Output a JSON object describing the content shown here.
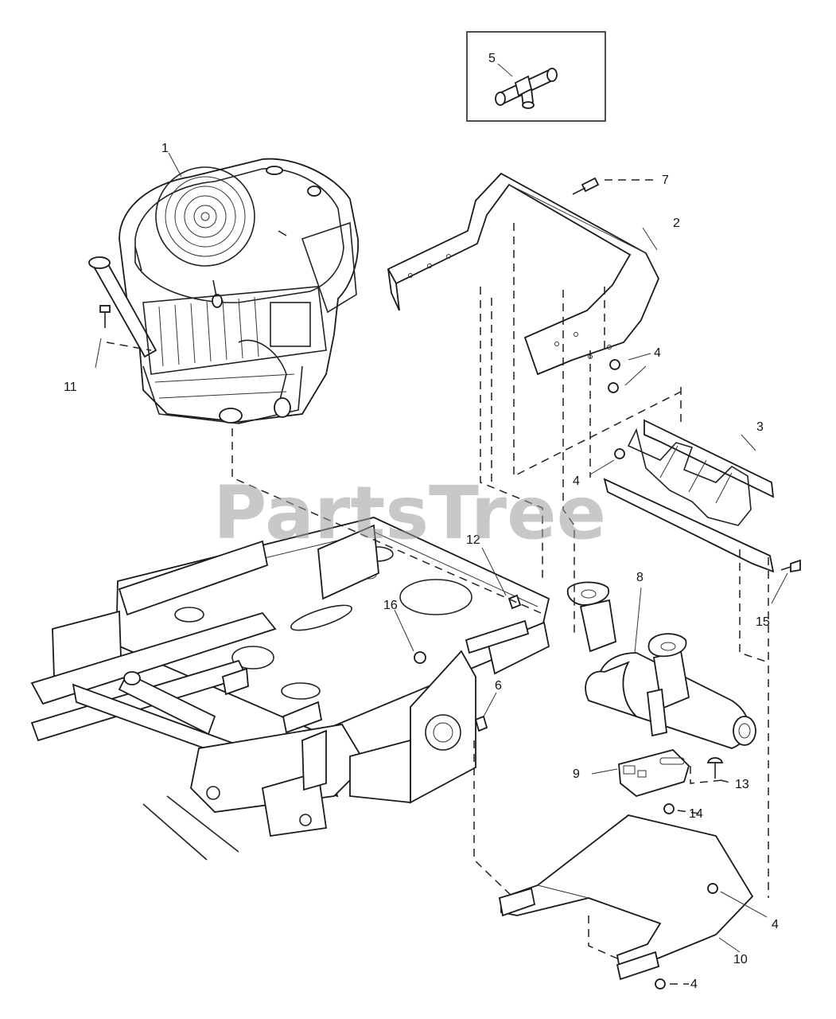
{
  "watermark": "PartsTree",
  "callouts": {
    "c1": "1",
    "c2": "2",
    "c3": "3",
    "c4a": "4",
    "c4b": "4",
    "c4c": "4",
    "c4d": "4",
    "c5": "5",
    "c6": "6",
    "c7": "7",
    "c8": "8",
    "c9": "9",
    "c10": "10",
    "c11": "11",
    "c12": "12",
    "c13": "13",
    "c14": "14",
    "c15": "15",
    "c16": "16"
  },
  "parts": [
    {
      "ref": "engine",
      "icon": "engine-icon"
    },
    {
      "ref": "heat-shield-upper",
      "icon": "bracket-icon"
    },
    {
      "ref": "shield-plate",
      "icon": "plate-icon"
    },
    {
      "ref": "lock-nut",
      "icon": "nut-icon"
    },
    {
      "ref": "tee-fitting",
      "icon": "fitting-icon"
    },
    {
      "ref": "screw",
      "icon": "screw-icon"
    },
    {
      "ref": "bolt",
      "icon": "bolt-icon"
    },
    {
      "ref": "muffler",
      "icon": "muffler-icon"
    },
    {
      "ref": "muffler-bracket",
      "icon": "bracket-icon"
    },
    {
      "ref": "lower-heat-shield",
      "icon": "shield-icon"
    },
    {
      "ref": "engine-bolt",
      "icon": "bolt-icon"
    },
    {
      "ref": "frame",
      "icon": "frame-icon"
    }
  ]
}
